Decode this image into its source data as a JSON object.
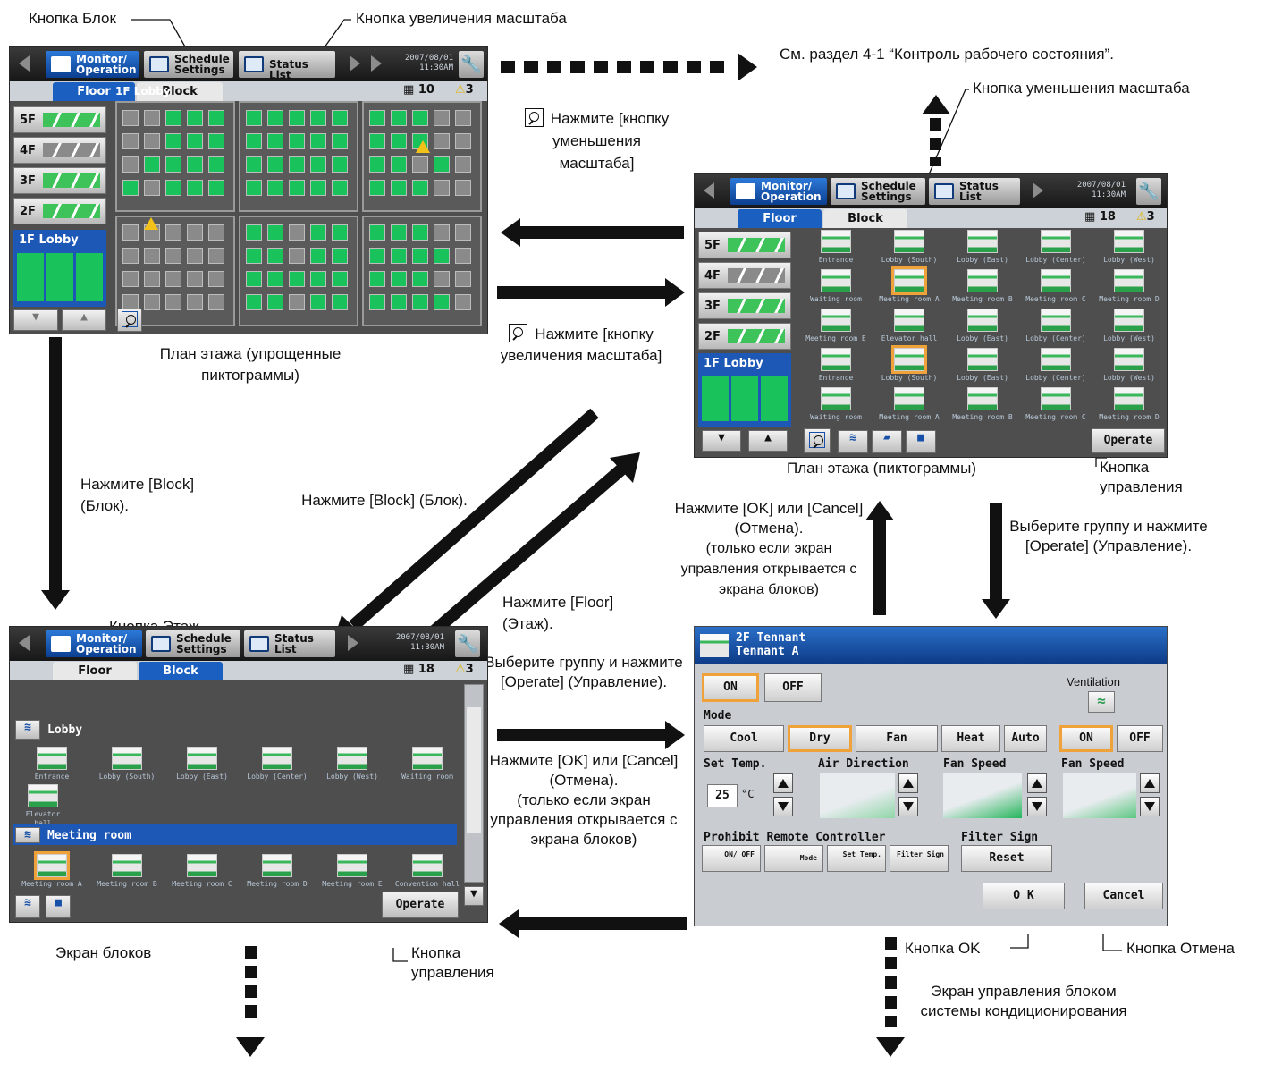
{
  "labels": {
    "block_button": "Кнопка Блок",
    "zoom_in_button": "Кнопка увеличения масштаба",
    "ref_section": "См. раздел 4-1 “Контроль рабочего состояния”.",
    "press_zoom_out": "Нажмите [кнопку уменьшения масштаба]",
    "zoom_out_button": "Кнопка уменьшения масштаба",
    "floor_plan_simple": "План этажа (упрощенные пиктограммы)",
    "press_zoom_in": "Нажмите [кнопку увеличения масштаба]",
    "press_block_left": "Нажмите [Block] (Блок).",
    "press_block_mid": "Нажмите [Block] (Блок).",
    "floor_plan_icons": "План этажа (пиктограммы)",
    "operate_button_right": "Кнопка управления",
    "press_ok_cancel_up": "Нажмите [OK] или [Cancel] (Отмена).",
    "only_if_up": "(только если экран управления открывается с экрана блоков)",
    "select_group_right": "Выберите группу и нажмите [Operate] (Управление).",
    "press_floor": "Нажмите [Floor] (Этаж).",
    "floor_button": "Кнопка Этаж",
    "select_group_mid": "Выберите группу и нажмите [Operate] (Управление).",
    "press_ok_cancel_mid": "Нажмите [OK] или [Cancel] (Отмена).",
    "only_if_mid": "(только если экран управления открывается с экрана блоков)",
    "block_screen": "Экран блоков",
    "operate_button_left": "Кнопка управления",
    "ok_button": "Кнопка OK",
    "cancel_button": "Кнопка Отмена",
    "ac_control_screen": "Экран управления блоком системы кондиционирования"
  },
  "ui": {
    "tab_monitor": "Monitor/ Operation",
    "tab_schedule": "Schedule Settings",
    "tab_status": "Status List",
    "datetime_date": "2007/08/01",
    "datetime_time": "11:30AM",
    "floor_tab": "Floor",
    "block_tab": "Block",
    "count_1": "10",
    "count_1b": "18",
    "alarm_count": "3",
    "floors": [
      "5F",
      "4F",
      "3F",
      "2F"
    ],
    "selected_floor": "1F Lobby",
    "area_title": "1F Lobby",
    "operate": "Operate"
  },
  "floor_icons": [
    "Entrance",
    "Lobby (South)",
    "Lobby (East)",
    "Lobby (Center)",
    "Lobby (West)",
    "Waiting room",
    "Meeting room A",
    "Meeting room B",
    "Meeting room C",
    "Meeting room D",
    "Meeting room E",
    "Elevator hall",
    "Lobby (East)",
    "Lobby (Center)",
    "Lobby (West)",
    "Entrance",
    "Lobby (South)",
    "Lobby (East)",
    "Lobby (Center)",
    "Lobby (West)",
    "Waiting room",
    "Meeting room A",
    "Meeting room B",
    "Meeting room C",
    "Meeting room D"
  ],
  "block_screen": {
    "group1": "Lobby",
    "group1_icons": [
      "Entrance",
      "Lobby (South)",
      "Lobby (East)",
      "Lobby (Center)",
      "Lobby (West)",
      "Waiting room"
    ],
    "group1_extra": "Elevator hall",
    "group2": "Meeting room",
    "group2_icons": [
      "Meeting room A",
      "Meeting room B",
      "Meeting room C",
      "Meeting room D",
      "Meeting room E",
      "Convention hall"
    ]
  },
  "control": {
    "title1": "2F Tennant",
    "title2": "Tennant A",
    "on": "ON",
    "off": "OFF",
    "ventilation": "Ventilation",
    "mode": "Mode",
    "modes": [
      "Cool",
      "Dry",
      "Fan",
      "Heat",
      "Auto"
    ],
    "vent_on": "ON",
    "vent_off": "OFF",
    "set_temp": "Set Temp.",
    "air_direction": "Air Direction",
    "fan_speed": "Fan Speed",
    "vent_fan_speed": "Fan Speed",
    "temp": "25",
    "temp_unit": "°C",
    "prohibit": "Prohibit Remote Controller",
    "filter_sign": "Filter Sign",
    "p_onoff": "ON/ OFF",
    "p_mode": "Mode",
    "p_settemp": "Set Temp.",
    "p_filter": "Filter Sign",
    "reset": "Reset",
    "ok": "O K",
    "cancel": "Cancel"
  },
  "colors": {
    "active_tab": "#1b60c0",
    "unit_on": "#19c25a",
    "selection": "#f0a23a",
    "alarm": "#f2c21a"
  }
}
